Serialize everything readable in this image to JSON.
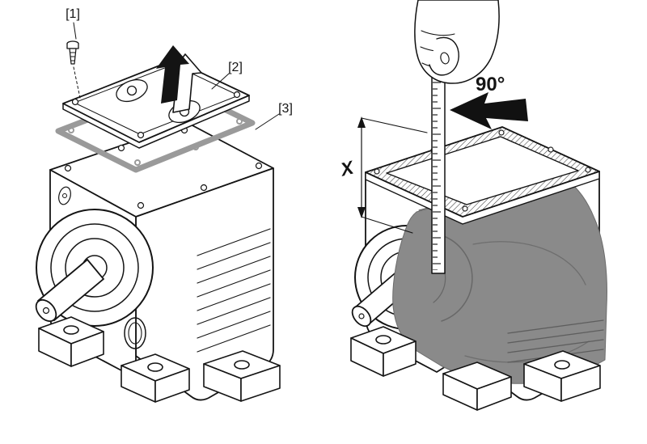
{
  "page": {
    "background": "#ffffff"
  },
  "illustration": {
    "colors": {
      "line": "#141414",
      "gasket": "#9a9a9a",
      "fill_mass": "#8a8a8a",
      "hatch": "#3c3c3c"
    },
    "callouts": {
      "c1": "[1]",
      "c2": "[2]",
      "c3": "[3]"
    },
    "measurement": {
      "angle": "90°",
      "dimension": "X"
    }
  }
}
